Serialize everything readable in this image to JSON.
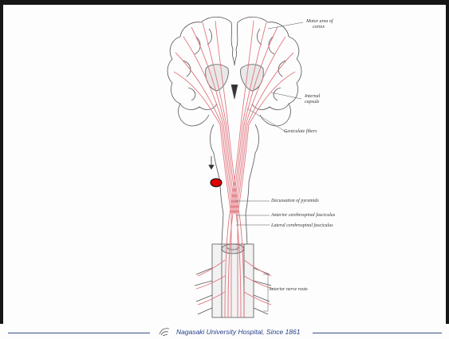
{
  "labels": {
    "motor_area": [
      "Motor area of",
      "cortex"
    ],
    "internal_capsule": [
      "Internal",
      "capsule"
    ],
    "geniculate": "Geniculate fibers",
    "decussation": "Decussation of pyramids",
    "anterior_fasciculus": "Anterior cerebrospinal fasciculus",
    "lateral_fasciculus": "Lateral cerebrospinal fasciculus",
    "nerve_roots": "Anterior nerve roots"
  },
  "footer": {
    "text": "Nagasaki University Hospital, Since 1861"
  },
  "colors": {
    "tract": "#e0707a",
    "lesion": "#e00000",
    "footer_line": "#3a4f8a",
    "footer_text": "#27428a"
  }
}
